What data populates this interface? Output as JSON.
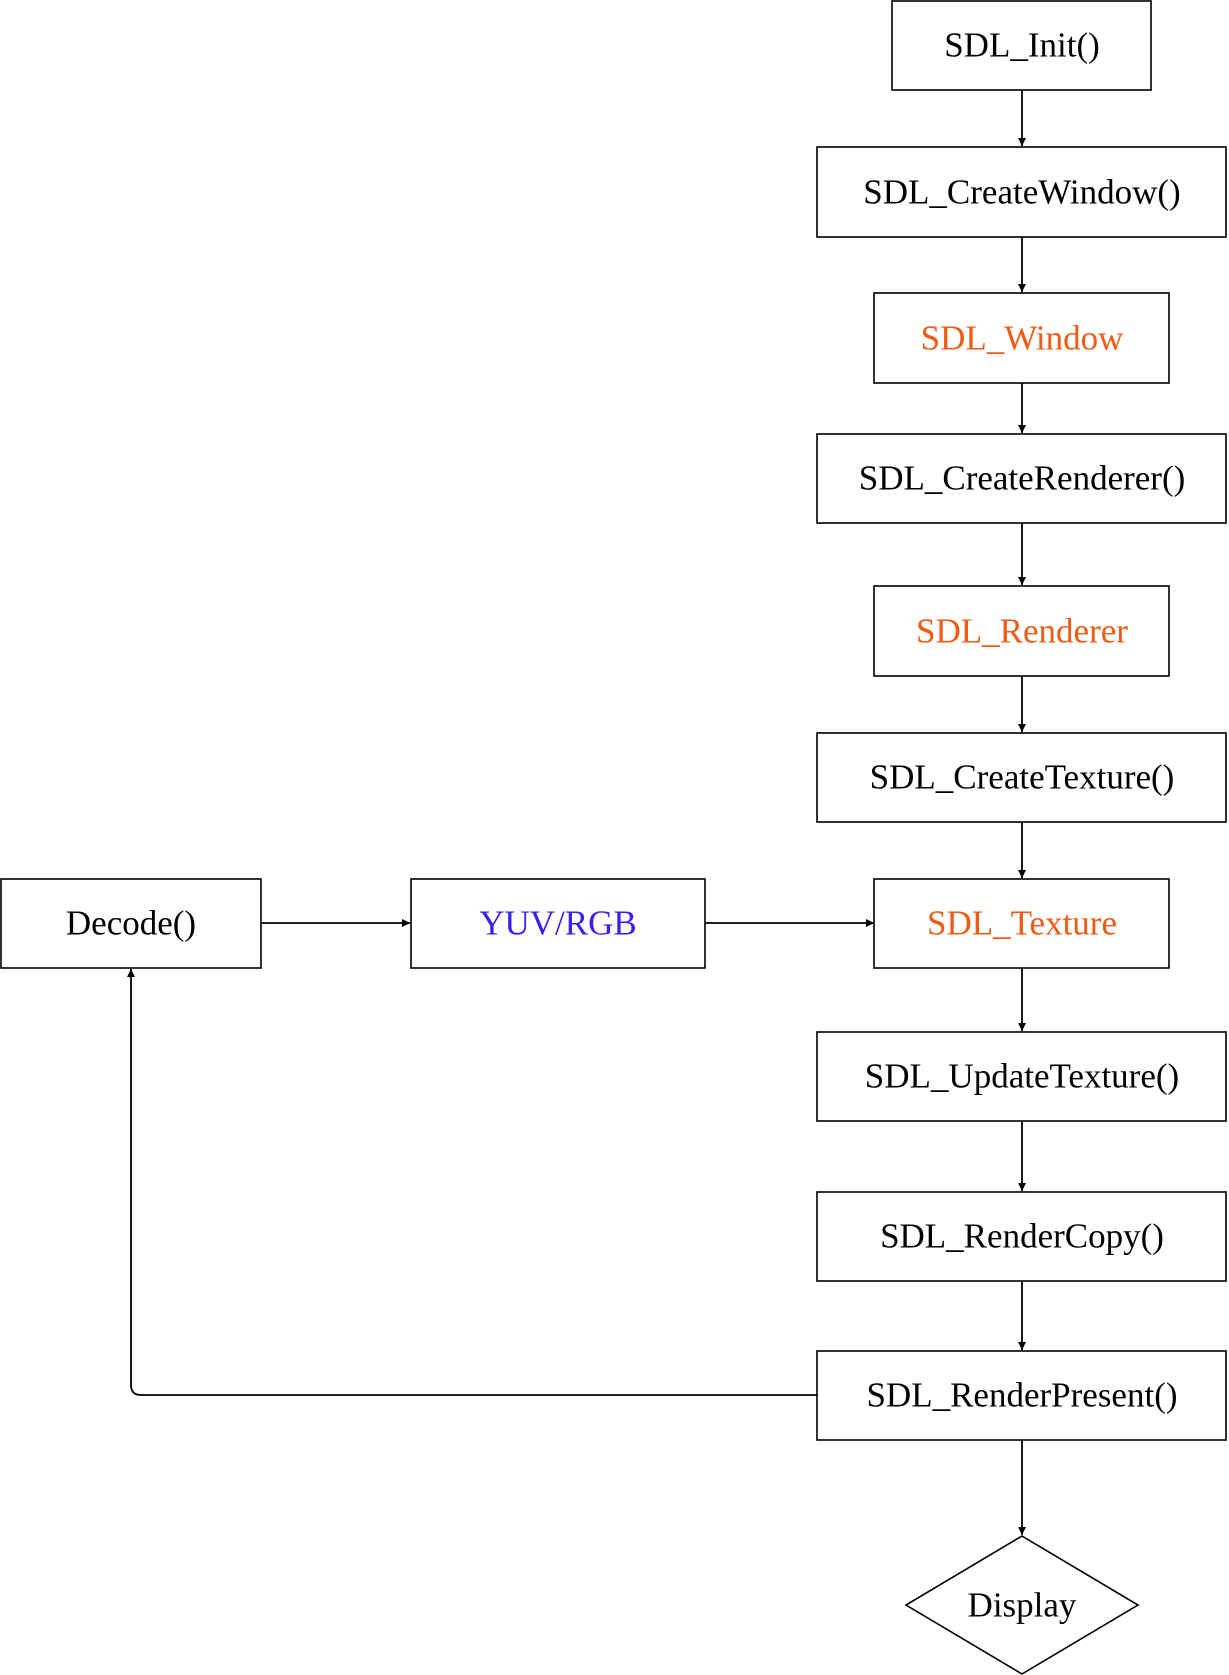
{
  "colors": {
    "stroke": "#000000",
    "text_default": "#000000",
    "text_object": "#f05a14",
    "text_data": "#3a1ff0"
  },
  "nodes": [
    {
      "id": "sdl_init",
      "label": "SDL_Init()",
      "kind": "function"
    },
    {
      "id": "sdl_createwindow",
      "label": "SDL_CreateWindow()",
      "kind": "function"
    },
    {
      "id": "sdl_window",
      "label": "SDL_Window",
      "kind": "object"
    },
    {
      "id": "sdl_createrenderer",
      "label": "SDL_CreateRenderer()",
      "kind": "function"
    },
    {
      "id": "sdl_renderer",
      "label": "SDL_Renderer",
      "kind": "object"
    },
    {
      "id": "sdl_createtexture",
      "label": "SDL_CreateTexture()",
      "kind": "function"
    },
    {
      "id": "sdl_texture",
      "label": "SDL_Texture",
      "kind": "object"
    },
    {
      "id": "decode",
      "label": "Decode()",
      "kind": "function"
    },
    {
      "id": "yuv_rgb",
      "label": "YUV/RGB",
      "kind": "data"
    },
    {
      "id": "sdl_updatetexture",
      "label": "SDL_UpdateTexture()",
      "kind": "function"
    },
    {
      "id": "sdl_rendercopy",
      "label": "SDL_RenderCopy()",
      "kind": "function"
    },
    {
      "id": "sdl_renderpresent",
      "label": "SDL_RenderPresent()",
      "kind": "function"
    },
    {
      "id": "display",
      "label": "Display",
      "kind": "terminal"
    }
  ],
  "edges": [
    {
      "from": "sdl_init",
      "to": "sdl_createwindow"
    },
    {
      "from": "sdl_createwindow",
      "to": "sdl_window"
    },
    {
      "from": "sdl_window",
      "to": "sdl_createrenderer"
    },
    {
      "from": "sdl_createrenderer",
      "to": "sdl_renderer"
    },
    {
      "from": "sdl_renderer",
      "to": "sdl_createtexture"
    },
    {
      "from": "sdl_createtexture",
      "to": "sdl_texture"
    },
    {
      "from": "decode",
      "to": "yuv_rgb"
    },
    {
      "from": "yuv_rgb",
      "to": "sdl_texture"
    },
    {
      "from": "sdl_texture",
      "to": "sdl_updatetexture"
    },
    {
      "from": "sdl_updatetexture",
      "to": "sdl_rendercopy"
    },
    {
      "from": "sdl_rendercopy",
      "to": "sdl_renderpresent"
    },
    {
      "from": "sdl_renderpresent",
      "to": "display"
    },
    {
      "from": "sdl_renderpresent",
      "to": "decode"
    }
  ]
}
